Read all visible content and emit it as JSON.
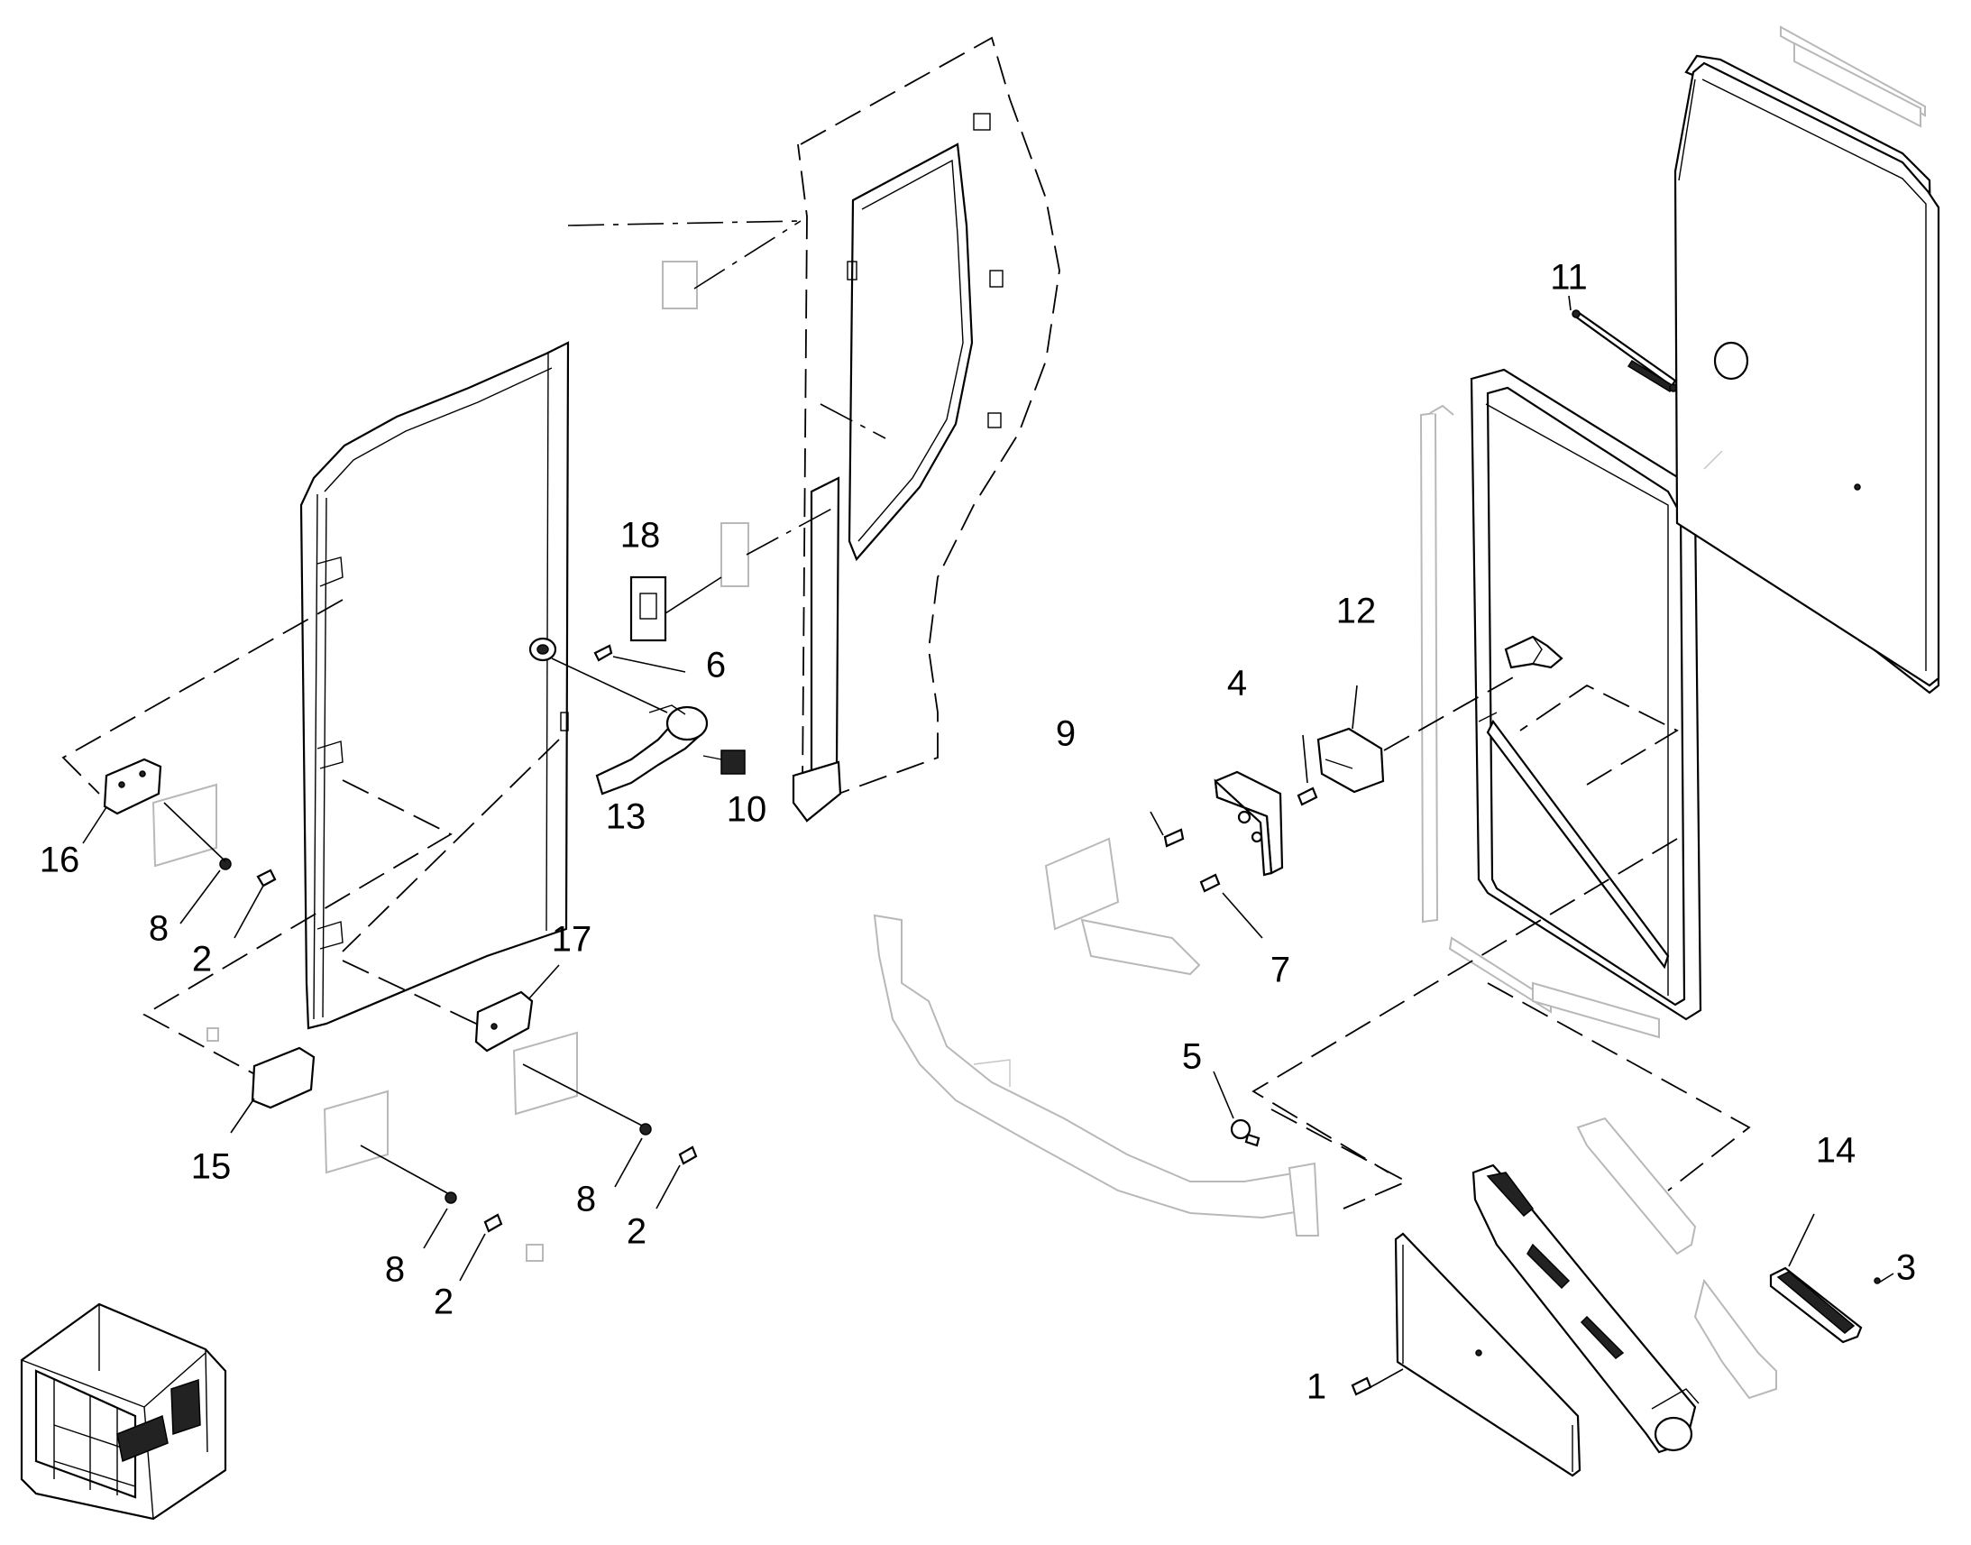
{
  "callouts": [
    {
      "id": "c1",
      "label": "1"
    },
    {
      "id": "c2a",
      "label": "2"
    },
    {
      "id": "c2b",
      "label": "2"
    },
    {
      "id": "c2c",
      "label": "2"
    },
    {
      "id": "c3",
      "label": "3"
    },
    {
      "id": "c4",
      "label": "4"
    },
    {
      "id": "c5",
      "label": "5"
    },
    {
      "id": "c6",
      "label": "6"
    },
    {
      "id": "c7",
      "label": "7"
    },
    {
      "id": "c8a",
      "label": "8"
    },
    {
      "id": "c8b",
      "label": "8"
    },
    {
      "id": "c8c",
      "label": "8"
    },
    {
      "id": "c9",
      "label": "9"
    },
    {
      "id": "c10",
      "label": "10"
    },
    {
      "id": "c11",
      "label": "11"
    },
    {
      "id": "c12",
      "label": "12"
    },
    {
      "id": "c13",
      "label": "13"
    },
    {
      "id": "c14",
      "label": "14"
    },
    {
      "id": "c15",
      "label": "15"
    },
    {
      "id": "c16",
      "label": "16"
    },
    {
      "id": "c17",
      "label": "17"
    },
    {
      "id": "c18",
      "label": "18"
    }
  ]
}
